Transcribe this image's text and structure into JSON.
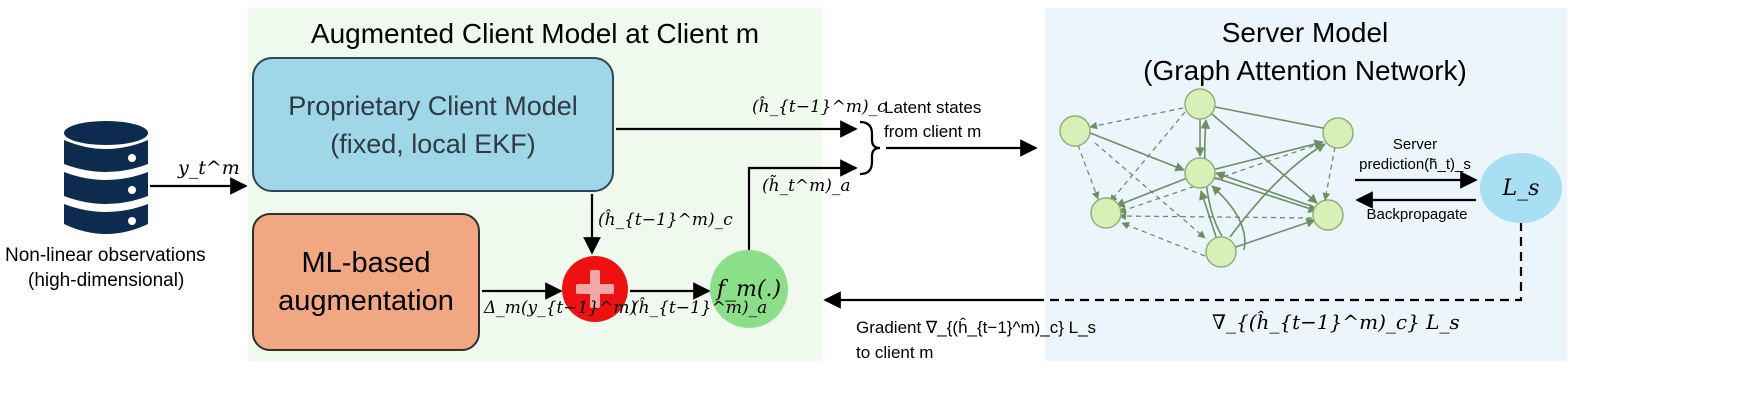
{
  "colors": {
    "client_panel": "#f0f9ee",
    "server_panel": "#ebf5fb",
    "proprietary_box": "#9fd7e8",
    "ml_box": "#f1a882",
    "plus_circle": "#ee1111",
    "fm_circle": "#8bdf88",
    "ls_circle": "#a9dff2",
    "gat_node": "#d8f0b8",
    "gat_edge": "#6e8f66",
    "database": "#0d2b4e"
  },
  "database": {
    "icon": "database-icon",
    "caption_line1": "Non-linear observations",
    "caption_line2": "(high-dimensional)",
    "input_label": "y_t^m"
  },
  "client": {
    "title": "Augmented Client Model at Client m",
    "proprietary_line1": "Proprietary Client Model",
    "proprietary_line2": "(fixed, local EKF)",
    "ml_line1": "ML-based",
    "ml_line2": "augmentation",
    "plus_icon": "plus-icon",
    "fm_label": "f_m(.)",
    "h_c_right": "(ĥ_{t−1}^m)_c",
    "h_c_down": "(ĥ_{t−1}^m)_c",
    "delta_label": "Δ_m(y_{t−1}^m)",
    "h_a_label": "(ĥ_{t−1}^m)_a",
    "h_tilde_label": "(h̃_t^m)_a"
  },
  "middle": {
    "latent_line1": "Latent states",
    "latent_line2": "from client m",
    "gradient_line1": "Gradient ∇_{(ĥ_{t−1}^m)_c} L_s",
    "gradient_line2": "to client m"
  },
  "server": {
    "title_line1": "Server Model",
    "title_line2": "(Graph Attention Network)",
    "prediction_line1": "Server",
    "prediction_line2": "prediction(h̃_t)_s",
    "backprop_label": "Backpropagate",
    "ls_label": "L_s",
    "grad_label": "∇_{(ĥ_{t−1}^m)_c} L_s"
  }
}
